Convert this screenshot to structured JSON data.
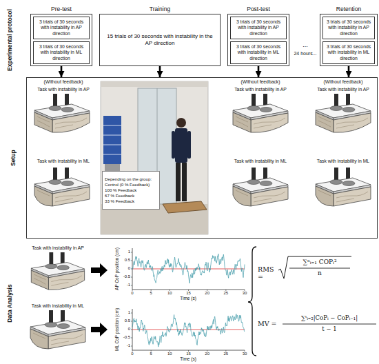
{
  "diagram": {
    "nodes": [
      {
        "text": [
          "Pre-test"
        ]
      },
      {
        "text": [
          "3 trials of 30 seconds with instability in AP direction"
        ],
        "in": 0
      },
      {
        "text": [
          "3 trials of 30 seconds with instability in ML direction"
        ],
        "in": 0
      },
      {
        "text": [
          "Training",
          "15 trials of 30 seconds with instability in the AP direction"
        ]
      },
      {
        "text": [
          "Post-test"
        ]
      },
      {
        "text": [
          "3 trials of 30 seconds with instability in AP direction"
        ],
        "in": 4
      },
      {
        "text": [
          "3 trials of 30 seconds with instability in ML direction"
        ],
        "in": 4
      },
      {
        "text": [
          "Retention"
        ]
      },
      {
        "text": [
          "3 trials of 30 seconds with instability in AP direction"
        ],
        "in": 7
      },
      {
        "text": [
          "3 trials of 30 seconds with instability in ML direction"
        ],
        "in": 7
      },
      {
        "text": [
          "Setup"
        ]
      },
      {
        "text": [
          "Depending on the group:",
          "Control (0 % Feedback)",
          "100 % Feedback",
          "67 % Feedback",
          "33 % Feedback"
        ],
        "in": 10
      }
    ],
    "edges": [
      {
        "from": 0,
        "to": 10,
        "arrow": "to"
      },
      {
        "from": 3,
        "to": 10,
        "arrow": "to"
      },
      {
        "from": 4,
        "to": 10,
        "arrow": "to"
      },
      {
        "from": 7,
        "to": 10,
        "arrow": "to"
      }
    ],
    "labels": [
      "Experimental protocol",
      "...",
      "24 hours...",
      "(Without feedback)",
      "Task with instability in AP",
      "Task with instability in ML",
      "(Without feedback)",
      "Task with instability in AP",
      "Task with instability in ML",
      "(Without feedback)",
      "Task with instability in AP",
      "Task with instability in ML",
      "Data Analysis",
      "Task with instability in AP",
      "Task with instability in ML",
      "AP CoP position (cm)",
      "1",
      "0.5",
      "0",
      "-0.5",
      "-1",
      "0",
      "5",
      "10",
      "15",
      "20",
      "25",
      "30",
      "Time (s)",
      "ML CoP position (cm)",
      "1",
      "0.5",
      "0",
      "-0.5",
      "-1",
      "0",
      "5",
      "10",
      "15",
      "20",
      "25",
      "30",
      "Time (s)",
      "RMS =",
      "∑ⁿᵢ₌₁ COPᵢ²",
      "n",
      "MV =",
      "∑ᵗᵢ₌₂|CoPᵢ − CoPᵢ₋₁|",
      "t − 1"
    ]
  }
}
